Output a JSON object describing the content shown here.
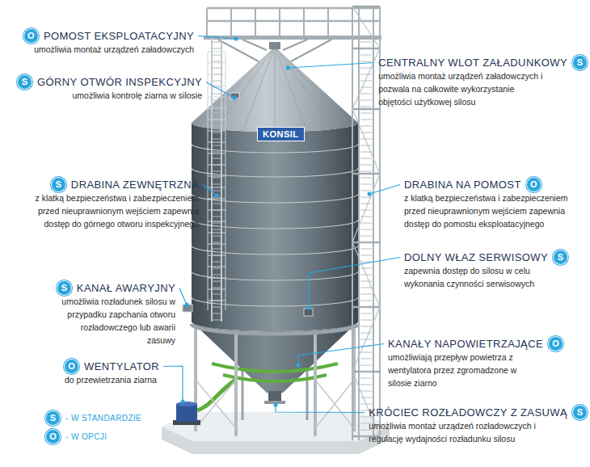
{
  "diagram": {
    "nodes": [
      {
        "text": [
          "O",
          "POMOST EKSPLOATACYJNY",
          "umożliwia montaż urządzeń załadowczych"
        ]
      },
      {
        "text": [
          "S",
          "CENTRALNY WLOT ZAŁADUNKOWY",
          "umożliwia montaż urządzeń załadowczych i pozwala na całkowite wykorzystanie objętości użytkowej silosu"
        ]
      },
      {
        "text": [
          "S",
          "GÓRNY OTWÓR INSPEKCYJNY",
          "umożliwia kontrolę ziarna w silosie"
        ]
      },
      {
        "text": [
          "S",
          "DRABINA ZEWNĘTRZNA",
          "z klatką bezpieczeństwa i zabezpieczeniem przed nieuprawnionym wejściem zapewnia dostęp do górnego otworu inspekcyjnego"
        ]
      },
      {
        "text": [
          "O",
          "DRABINA NA POMOST",
          "z klatką bezpieczeństwa i zabezpieczeniem przed nieuprawnionym wejściem zapewnia dostęp do pomostu eksploatacyjnego"
        ]
      },
      {
        "text": [
          "S",
          "DOLNY WŁAZ SERWISOWY",
          "zapewnia dostęp do silosu w celu wykonania czynności serwisowych"
        ]
      },
      {
        "text": [
          "S",
          "KANAŁ AWARYJNY",
          "umożliwia rozładunek silosu w przypadku zapchania otworu rozładowczego lub awarii zasuwy"
        ]
      },
      {
        "text": [
          "O",
          "KANAŁY NAPOWIETRZAJĄCE",
          "umożliwiają przepływ powietrza z wentylatora przez zgromadzone w silosie ziarno"
        ]
      },
      {
        "text": [
          "O",
          "WENTYLATOR",
          "do przewietrzania ziarna"
        ]
      },
      {
        "text": [
          "S",
          "KRÓCIEC ROZŁADOWCZY Z ZASUWĄ",
          "umożliwia montaż urządzeń rozładowczych i regulację wydajności rozładunku silosu"
        ]
      },
      {
        "text": [
          "S"
        ]
      },
      {
        "text": [
          "O"
        ]
      }
    ],
    "labels": [
      "KONSIL"
    ],
    "legend": [
      {
        "text": "- W STANDARDZIE"
      },
      {
        "text": "- W OPCJI"
      }
    ]
  }
}
